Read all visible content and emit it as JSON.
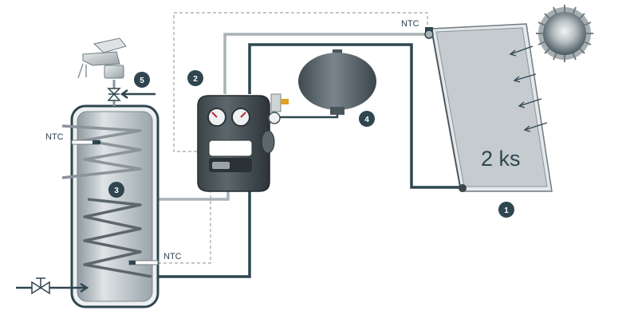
{
  "labels": {
    "ntc_collector": "NTC",
    "ntc_tank_top": "NTC",
    "ntc_tank_bottom": "NTC",
    "collector_count": "2 ks"
  },
  "badges": [
    "1",
    "2",
    "3",
    "4",
    "5"
  ],
  "colors": {
    "pipe_dark": "#2f4650",
    "pipe_light": "#a9b2b6",
    "sensor_wire": "#a0a0a0",
    "badge_fill": "#2f4650",
    "tank_body": "#c3cace",
    "collector_glass": "#c5cbcf",
    "expansion_vessel": "#5a666c"
  },
  "icons": [
    "sun-icon",
    "faucet-icon",
    "valve-icon",
    "arrow-icon"
  ]
}
